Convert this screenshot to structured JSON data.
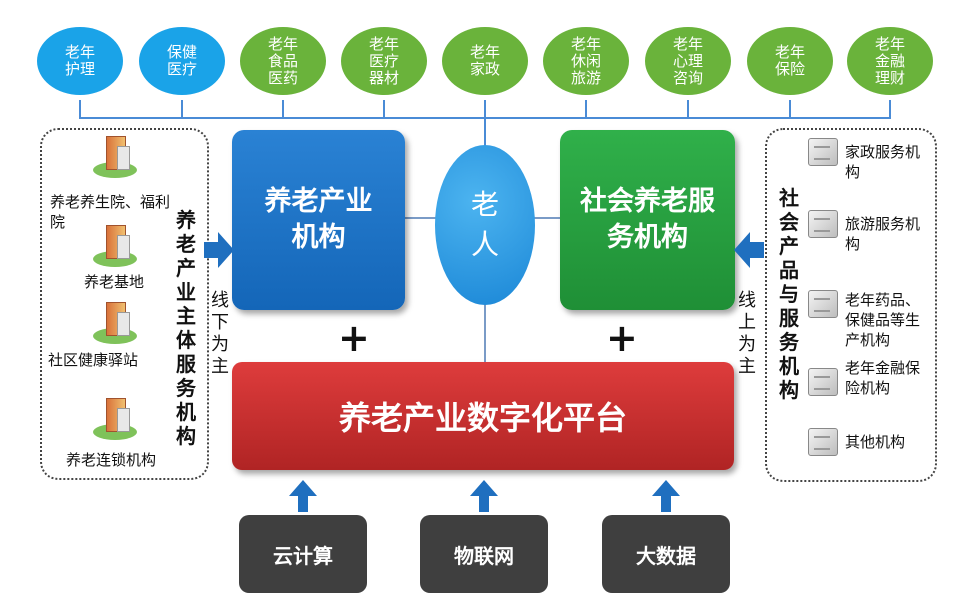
{
  "top_pills": [
    {
      "label": "老年\n护理",
      "color": "blue"
    },
    {
      "label": "保健\n医疗",
      "color": "blue"
    },
    {
      "label": "老年\n食品\n医药",
      "color": "green"
    },
    {
      "label": "老年\n医疗\n器材",
      "color": "green"
    },
    {
      "label": "老年\n家政",
      "color": "green"
    },
    {
      "label": "老年\n休闲\n旅游",
      "color": "green"
    },
    {
      "label": "老年\n心理\n咨询",
      "color": "green"
    },
    {
      "label": "老年\n保险",
      "color": "green"
    },
    {
      "label": "老年\n金融\n理财",
      "color": "green"
    }
  ],
  "left_panel": {
    "items": [
      "养老养生院、福利院",
      "养老基地",
      "社区健康驿站",
      "养老连锁机构"
    ],
    "vertical_title": "养老产业主体服务机构"
  },
  "right_panel": {
    "items": [
      "家政服务机构",
      "旅游服务机构",
      "老年药品、保健品等生产机构",
      "老年金融保险机构",
      "其他机构"
    ],
    "vertical_title": "社会产品与服务机构"
  },
  "center": {
    "industry_box": "养老产业机构",
    "social_box": "社会养老服务机构",
    "elder": "老人",
    "platform": "养老产业数字化平台",
    "offline_label": "线下为主",
    "online_label": "线上为主",
    "plus": "+"
  },
  "tech_boxes": [
    "云计算",
    "物联网",
    "大数据"
  ],
  "colors": {
    "pill_blue": "#1aa3e8",
    "pill_green": "#6ab33b",
    "industry_box": "#1466b8",
    "social_box": "#229a3c",
    "platform": "#c62d2d",
    "elder": "#2596e0",
    "arrow": "#1f6fbf",
    "tech": "#3f3f3f"
  },
  "icons": {
    "left_items": "building-icon",
    "right_items": "server-icon"
  }
}
